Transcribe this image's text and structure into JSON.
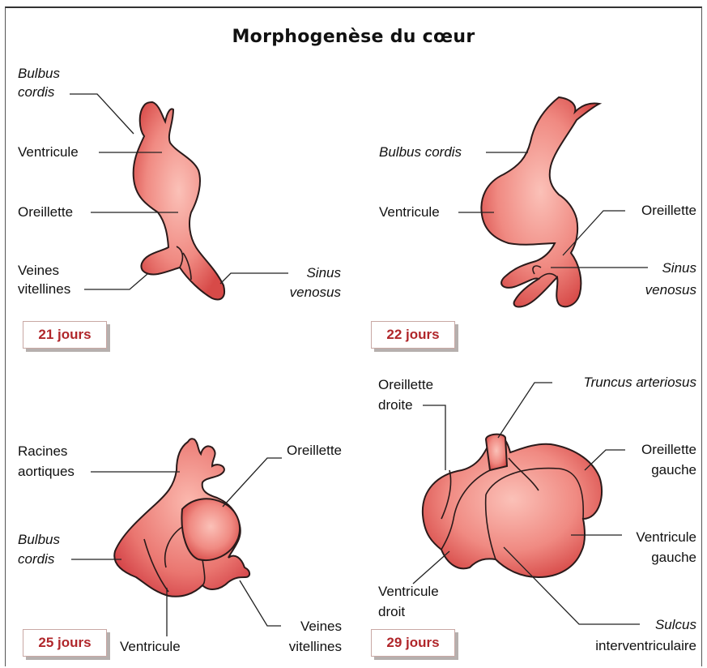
{
  "title": "Morphogenèse du cœur",
  "colors": {
    "tissue_light": "#f6a39b",
    "tissue_dark": "#d94c4a",
    "badge_text": "#b0262a"
  },
  "panels": [
    {
      "badge": "21 jours",
      "labels": {
        "bulbus_1": "Bulbus",
        "bulbus_2": "cordis",
        "ventricule": "Ventricule",
        "oreillette": "Oreillette",
        "veines_1": "Veines",
        "veines_2": "vitellines",
        "sinus_1": "Sinus",
        "sinus_2": "venosus"
      }
    },
    {
      "badge": "22 jours",
      "labels": {
        "bulbus": "Bulbus cordis",
        "ventricule": "Ventricule",
        "oreillette": "Oreillette",
        "sinus_1": "Sinus",
        "sinus_2": "venosus"
      }
    },
    {
      "badge": "25 jours",
      "labels": {
        "racines_1": "Racines",
        "racines_2": "aortiques",
        "oreillette": "Oreillette",
        "bulbus_1": "Bulbus",
        "bulbus_2": "cordis",
        "ventricule": "Ventricule",
        "veines_1": "Veines",
        "veines_2": "vitellines"
      }
    },
    {
      "badge": "29 jours",
      "labels": {
        "oreillette_droite_1": "Oreillette",
        "oreillette_droite_2": "droite",
        "truncus": "Truncus arteriosus",
        "oreillette_gauche_1": "Oreillette",
        "oreillette_gauche_2": "gauche",
        "ventricule_gauche_1": "Ventricule",
        "ventricule_gauche_2": "gauche",
        "ventricule_droit_1": "Ventricule",
        "ventricule_droit_2": "droit",
        "sulcus_1": "Sulcus",
        "sulcus_2": "interventriculaire"
      }
    }
  ]
}
